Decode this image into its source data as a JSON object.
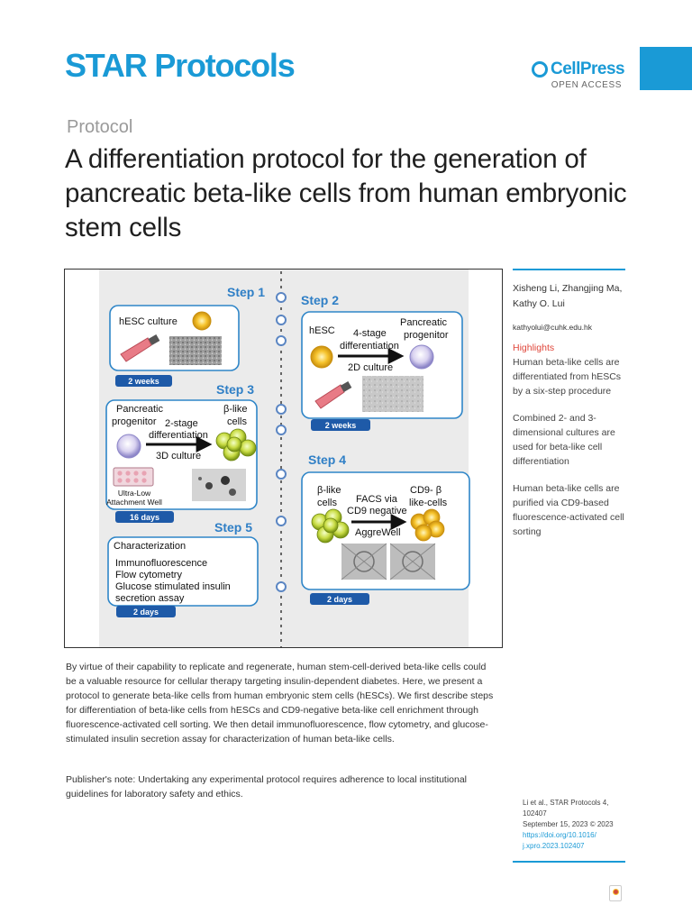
{
  "journal": "STAR Protocols",
  "publisher": {
    "name": "CellPress",
    "access": "OPEN ACCESS"
  },
  "article_type": "Protocol",
  "title": "A differentiation protocol for the generation of pancreatic beta-like cells from human embryonic stem cells",
  "figure": {
    "step1": {
      "label": "Step 1",
      "text": "hESC culture",
      "duration": "2 weeks"
    },
    "step2": {
      "label": "Step 2",
      "from": "hESC",
      "process_line1": "4-stage",
      "process_line2": "differentiation",
      "to_line1": "Pancreatic",
      "to_line2": "progenitor",
      "culture": "2D culture",
      "duration": "2 weeks"
    },
    "step3": {
      "label": "Step 3",
      "from_line1": "Pancreatic",
      "from_line2": "progenitor",
      "process_line1": "2-stage",
      "process_line2": "differentiation",
      "to_line1": "β-like",
      "to_line2": "cells",
      "culture": "3D culture",
      "well_line1": "Ultra-Low",
      "well_line2": "Attachment Well",
      "duration": "16 days"
    },
    "step4": {
      "label": "Step 4",
      "from_line1": "β-like",
      "from_line2": "cells",
      "process_line1": "FACS via",
      "process_line2": "CD9 negative",
      "to_line1": "CD9- β",
      "to_line2": "like-cells",
      "well": "AggreWell",
      "duration": "2 days"
    },
    "step5": {
      "label": "Step 5",
      "title": "Characterization",
      "items": [
        "Immunofluorescence",
        "Flow cytometry",
        "Glucose stimulated insulin",
        "secretion assay"
      ],
      "duration": "2 days"
    }
  },
  "sidebar": {
    "authors": "Xisheng Li, Zhangjing Ma, Kathy O. Lui",
    "email": "kathyolui@cuhk.edu.hk",
    "highlights_title": "Highlights",
    "highlights": [
      "Human beta-like cells are differentiated from hESCs by a six-step procedure",
      "Combined 2- and 3-dimensional cultures are used for beta-like cell differentiation",
      "Human beta-like cells are purified via CD9-based fluorescence-activated cell sorting"
    ]
  },
  "abstract": "By virtue of their capability to replicate and regenerate, human stem-cell-derived beta-like cells could be a valuable resource for cellular therapy targeting insulin-dependent diabetes. Here, we present a protocol to generate beta-like cells from human embryonic stem cells (hESCs). We first describe steps for differentiation of beta-like cells from hESCs and CD9-negative beta-like cell enrichment through fluorescence-activated cell sorting. We then detail immunofluorescence, flow cytometry, and glucose-stimulated insulin secretion assay for characterization of human beta-like cells.",
  "publisher_note": "Publisher's note: Undertaking any experimental protocol requires adherence to local institutional guidelines for laboratory safety and ethics.",
  "citation": {
    "ref_line1": "Li et al., STAR Protocols 4,",
    "ref_line2": "102407",
    "date": "September 15, 2023 © 2023",
    "doi_line1": "https://doi.org/10.1016/",
    "doi_line2": "j.xpro.2023.102407"
  },
  "colors": {
    "accent": "#1a9ad6",
    "highlight": "#e0463a",
    "panel_border": "#2f86c8",
    "duration_tab": "#1e5aa8"
  },
  "icons": [
    "cellpress-logo-icon",
    "check-for-updates-icon",
    "flask-icon",
    "cell-icon",
    "cluster-icon",
    "arrow-icon",
    "well-plate-icon"
  ]
}
